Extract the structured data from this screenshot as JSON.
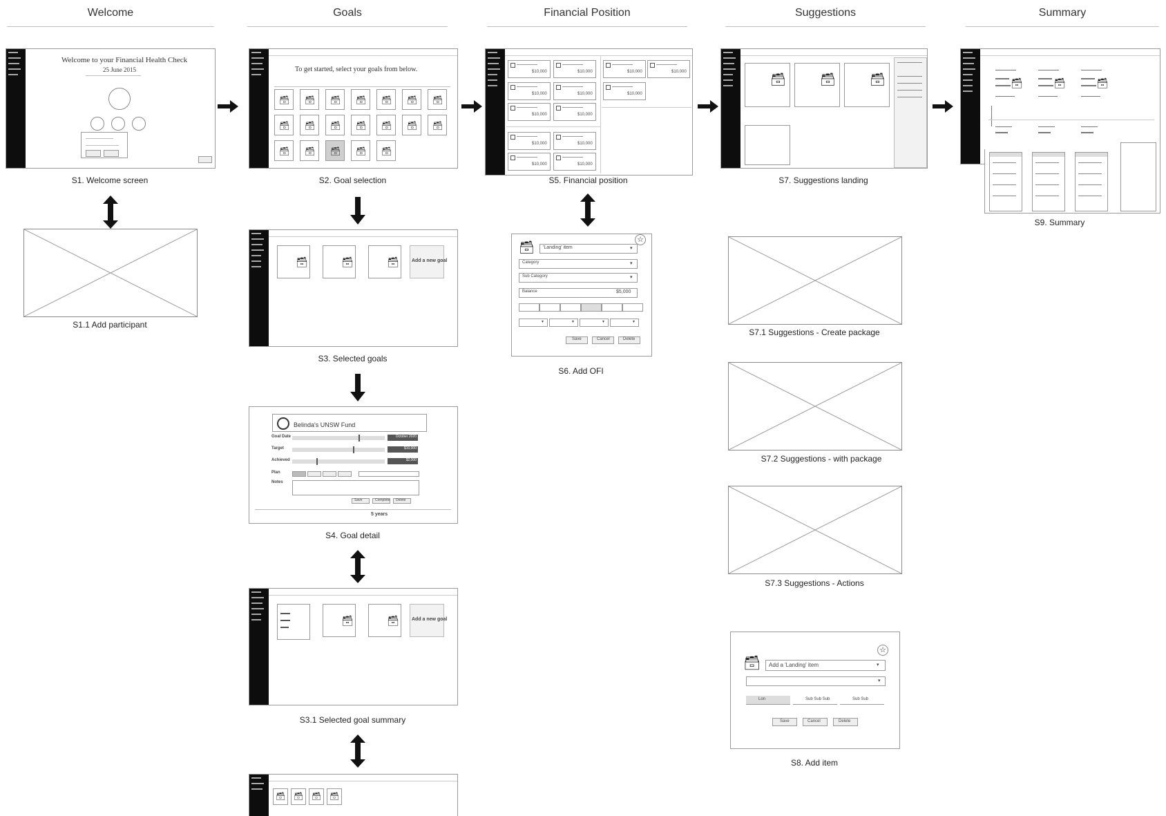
{
  "columns": [
    "Welcome",
    "Goals",
    "Financial Position",
    "Suggestions",
    "Summary"
  ],
  "captions": {
    "s1": "S1. Welcome screen",
    "s1_1": "S1.1 Add participant",
    "s2": "S2. Goal selection",
    "s3": "S3. Selected goals",
    "s4": "S4. Goal detail",
    "s3_1": "S3.1 Selected goal summary",
    "s5": "S5. Financial position",
    "s6": "S6. Add OFI",
    "s7": "S7. Suggestions landing",
    "s7_1": "S7.1 Suggestions - Create package",
    "s7_2": "S7.2 Suggestions - with package",
    "s7_3": "S7.3 Suggestions - Actions",
    "s8": "S8. Add item",
    "s9": "S9. Summary"
  },
  "s1": {
    "title": "Welcome to your Financial Health Check",
    "date": "25 June 2015"
  },
  "s2": {
    "prompt": "To get started, select your goals from below."
  },
  "s3": {
    "add_goal": "Add a new goal"
  },
  "s4": {
    "goal_name": "Belinda's UNSW Fund",
    "rows": [
      "Goal Date",
      "Target",
      "Achieved",
      "Plan",
      "Notes"
    ],
    "values": [
      "October 2020",
      "$10,000",
      "$2,000"
    ],
    "buttons": [
      "Save",
      "Complete",
      "Delete"
    ],
    "footer_value": "5 years"
  },
  "s5": {
    "amounts": [
      "$10,000",
      "$10,000",
      "$10,000",
      "$10,000",
      "$10,000",
      "$10,000",
      "$10,000",
      "$10,000",
      "$10,000",
      "$10,000"
    ]
  },
  "s6": {
    "item": "'Landing' item",
    "fields": [
      "Category",
      "Sub Category",
      "Balance"
    ],
    "balance": "$5,000",
    "buttons": [
      "Save",
      "Cancel",
      "Delete"
    ]
  },
  "s8": {
    "title": "Add a 'Landing' item",
    "tabs": [
      "Lon",
      "Sub Sub Sub",
      "Sub Sub"
    ],
    "buttons": [
      "Save",
      "Cancel",
      "Delete"
    ]
  }
}
